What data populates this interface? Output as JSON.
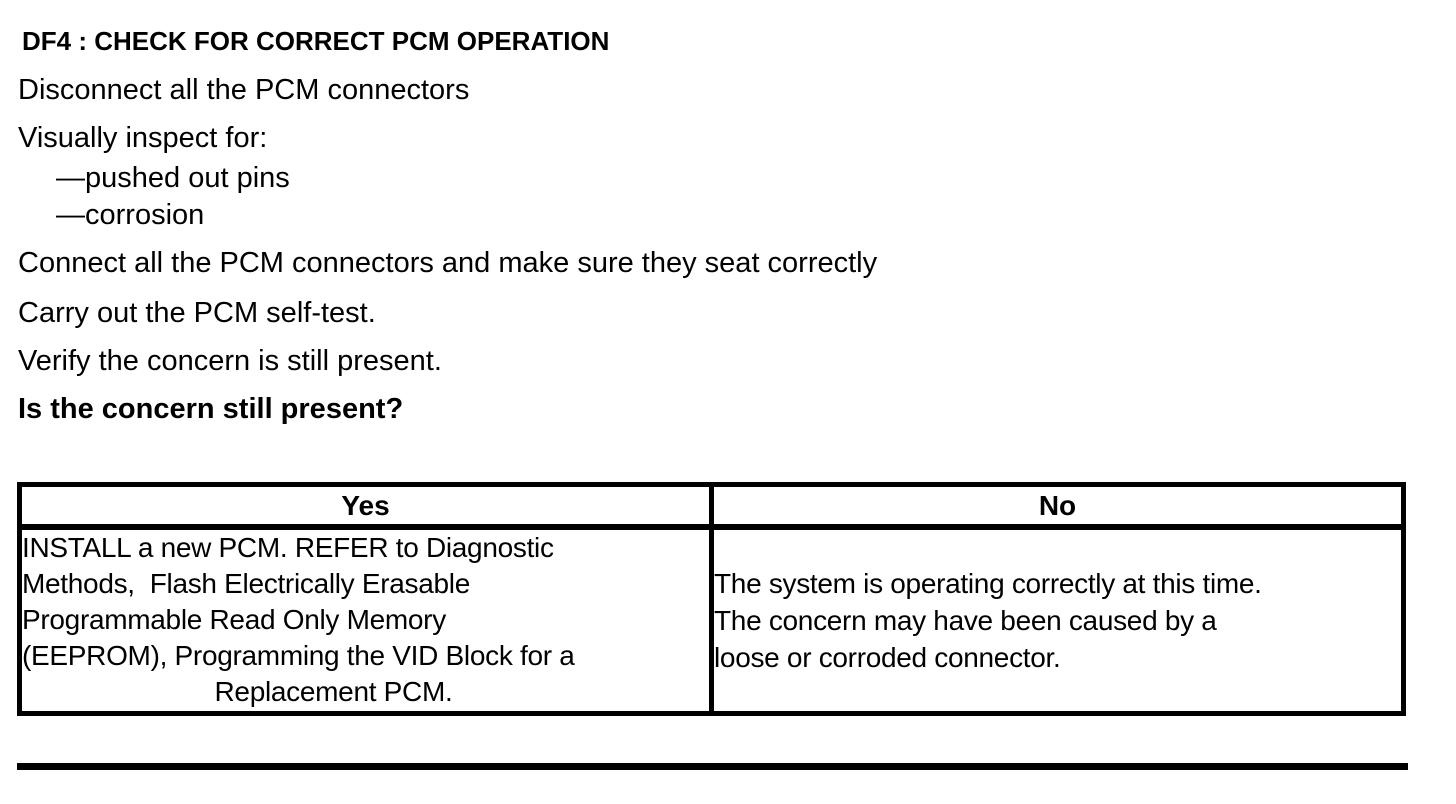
{
  "document": {
    "heading": "DF4 : CHECK FOR CORRECT PCM OPERATION",
    "instructions": [
      "Disconnect all the PCM connectors",
      "Visually inspect for:",
      "—pushed out pins",
      "—corrosion",
      "Connect all the PCM connectors and make sure they seat correctly",
      "Carry out the PCM self-test.",
      "Verify the concern is still present."
    ],
    "question": "Is the concern still present?"
  },
  "results_table": {
    "headers": [
      "Yes",
      "No"
    ],
    "yes_action_lines": [
      "INSTALL a new PCM. REFER to Diagnostic",
      "Methods,  Flash Electrically Erasable",
      "Programmable Read Only Memory",
      "(EEPROM), Programming the VID Block for a",
      "Replacement PCM."
    ],
    "no_action_lines": [
      "The system is operating correctly at this time.",
      "The concern may have been caused by a",
      "loose or corroded connector."
    ]
  },
  "colors": {
    "text": "#000000",
    "background": "#ffffff",
    "table_border": "#000000"
  }
}
